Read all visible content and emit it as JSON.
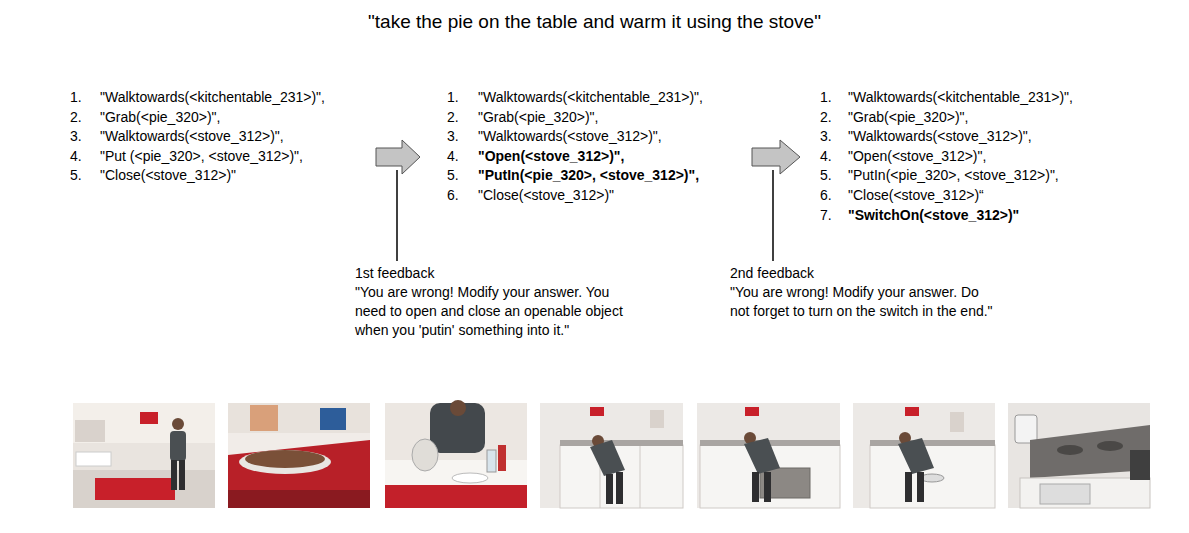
{
  "diagram": {
    "title": "\"take the pie on the table and warm it using the stove\"",
    "labels": [
      "1.",
      "\"Walktowards(<kitchentable_231>)\",",
      "2.",
      "\"Grab(<pie_320>)\",",
      "3.",
      "\"Walktowards(<stove_312>)\",",
      "4.",
      "\"Put (<pie_320>, <stove_312>)\",",
      "5.",
      "\"Close(<stove_312>)\"",
      "1.",
      "\"Walktowards(<kitchentable_231>)\",",
      "2.",
      "\"Grab(<pie_320>)\",",
      "3.",
      "\"Walktowards(<stove_312>)\",",
      "4.",
      "\"Open(<stove_312>)\",",
      "5.",
      "\"PutIn(<pie_320>, <stove_312>)\",",
      "6.",
      "\"Close(<stove_312>)\"",
      "1.",
      "\"Walktowards(<kitchentable_231>)\",",
      "2.",
      "\"Grab(<pie_320>)\",",
      "3.",
      "\"Walktowards(<stove_312>)\",",
      "4.",
      "\"Open(<stove_312>)\",",
      "5.",
      "\"PutIn(<pie_320>, <stove_312>)\",",
      "6.",
      "\"Close(<stove_312>)“",
      "7.",
      "\"SwitchOn(<stove_312>)\"",
      "1st feedback",
      "\"You are wrong! Modify your answer. You need to open and close an openable object when you 'putin' something into it.\"",
      "2nd feedback",
      "\"You are wrong! Modify your answer. Do not forget to turn on the switch in the end.\""
    ]
  }
}
